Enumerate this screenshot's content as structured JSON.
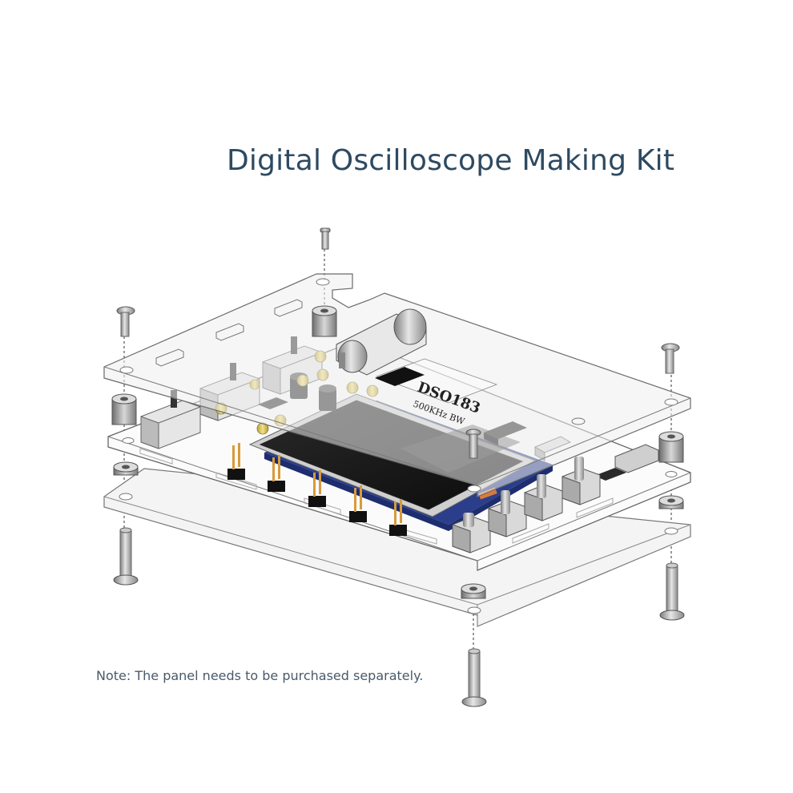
{
  "title": "Digital Oscilloscope Making Kit",
  "note": "Note: The panel needs to be purchased separately.",
  "board": {
    "model": "DSO183",
    "bandwidth": "500KHz BW"
  },
  "colors": {
    "title": "#2e4a61",
    "note": "#4a5a6a",
    "panel_fill": "#f6f6f6",
    "panel_edge": "#777777",
    "screen": "#141414",
    "lcd_ribbon": "#2b3e8c",
    "capacitor": "#d9c45a"
  }
}
